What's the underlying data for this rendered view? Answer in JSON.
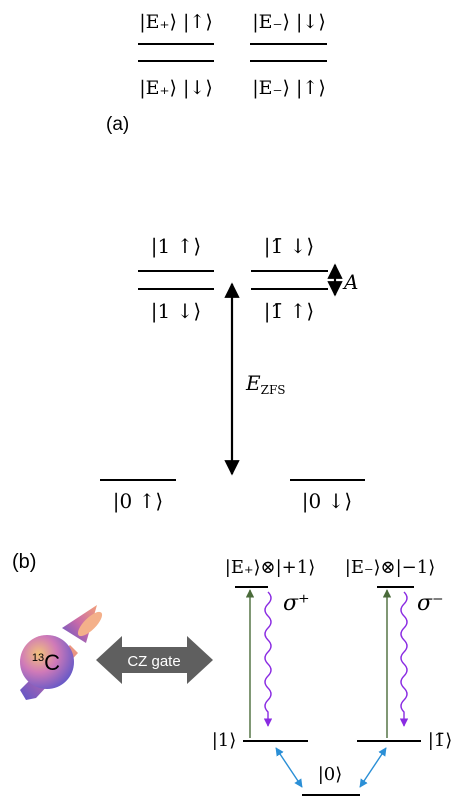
{
  "panel_a": {
    "label": "(a)",
    "top_levels": {
      "upper_left": "|E₊⟩ |↑⟩",
      "upper_right": "|E₋⟩ |↓⟩",
      "lower_left": "|E₊⟩ |↓⟩",
      "lower_right": "|E₋⟩ |↑⟩"
    },
    "excited_manifold": {
      "upper_left": "|1 ↑⟩",
      "upper_right": "|1̄ ↓⟩",
      "lower_left": "|1 ↓⟩",
      "lower_right": "|1̄ ↑⟩",
      "splitting_label": "A"
    },
    "zfs_label": "E",
    "zfs_subscript": "ZFS",
    "ground_levels": {
      "left": "|0 ↑⟩",
      "right": "|0 ↓⟩"
    }
  },
  "panel_b": {
    "label": "(b)",
    "nucleus_mass": "13",
    "nucleus_symbol": "C",
    "gate_label": "CZ gate",
    "top_left_state": "|E₊⟩⊗|+1⟩",
    "top_right_state": "|E₋⟩⊗|−1⟩",
    "sigma_plus": "σ⁺",
    "sigma_minus": "σ⁻",
    "mid_left_state": "|1⟩",
    "mid_right_state": "|1̄⟩",
    "ground_state": "|0⟩"
  },
  "colors": {
    "level_line": "#000000",
    "absorption_arrow": "#4a6b3a",
    "emission_wave": "#8a2be2",
    "coupling_arrow": "#2b8fd6",
    "gate_arrow": "#5f5f5f"
  },
  "icons": [
    "double-arrow-icon",
    "wavy-arrow-icon",
    "spin-arrow-icon"
  ]
}
